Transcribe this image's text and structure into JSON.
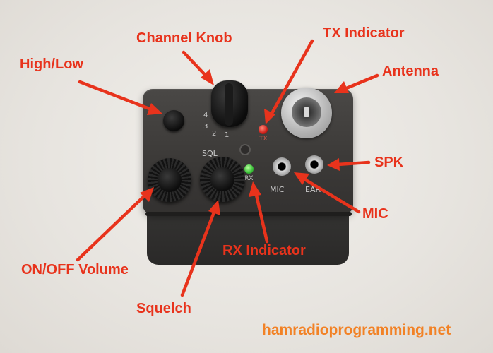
{
  "labels": {
    "high_low": "High/Low",
    "channel_knob": "Channel Knob",
    "tx_indicator": "TX Indicator",
    "antenna": "Antenna",
    "spk": "SPK",
    "mic": "MIC",
    "rx_indicator": "RX Indicator",
    "on_off_volume": "ON/OFF Volume",
    "squelch": "Squelch"
  },
  "panel_text": {
    "ch_4": "4",
    "ch_3": "3",
    "ch_2": "2",
    "ch_1": "1",
    "tx": "TX",
    "rx": "RX",
    "sql": "SQL",
    "mic": "MIC",
    "ear": "EAR"
  },
  "watermark": "hamradioprogramming.net",
  "colors": {
    "annotation": "#e8331c",
    "watermark": "#f28226",
    "tx_led": "#d0201a",
    "rx_led": "#3cc23a"
  }
}
